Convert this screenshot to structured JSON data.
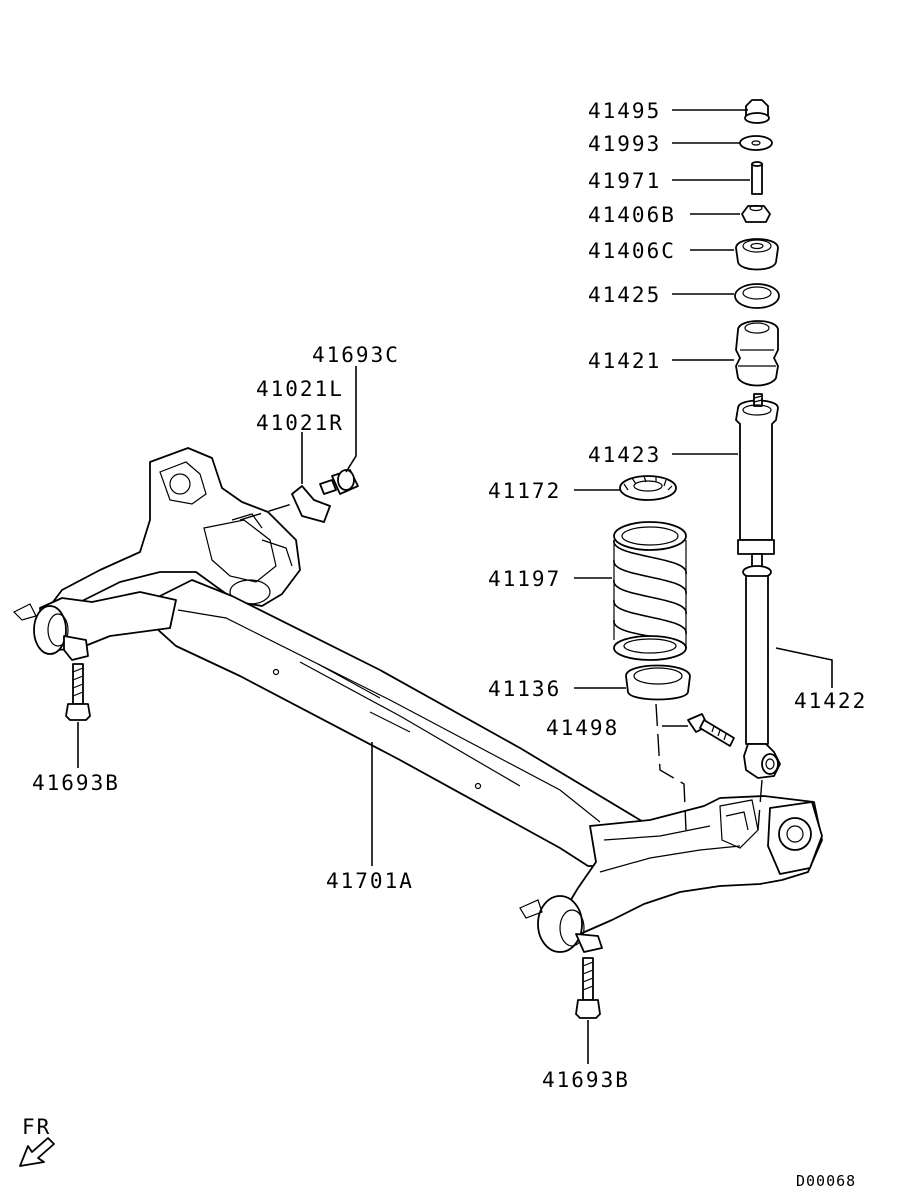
{
  "labels": {
    "nut_top": "41495",
    "washer_top": "41993",
    "collar": "41971",
    "bushing_b": "41406B",
    "bushing_c": "41406C",
    "seat_upper": "41425",
    "bump_stopper": "41421",
    "shock_cover": "41423",
    "spring_seat_upper": "41172",
    "coil_spring": "41197",
    "spring_seat_lower": "41136",
    "shock_bolt": "41498",
    "shock_absorber": "41422",
    "bracket_bolt": "41693C",
    "bracket_left": "41021L",
    "bracket_right": "41021R",
    "axle_bolt_left": "41693B",
    "axle_bolt_right": "41693B",
    "axle_beam": "41701A",
    "direction": "FR",
    "drawing_id": "D00068"
  }
}
